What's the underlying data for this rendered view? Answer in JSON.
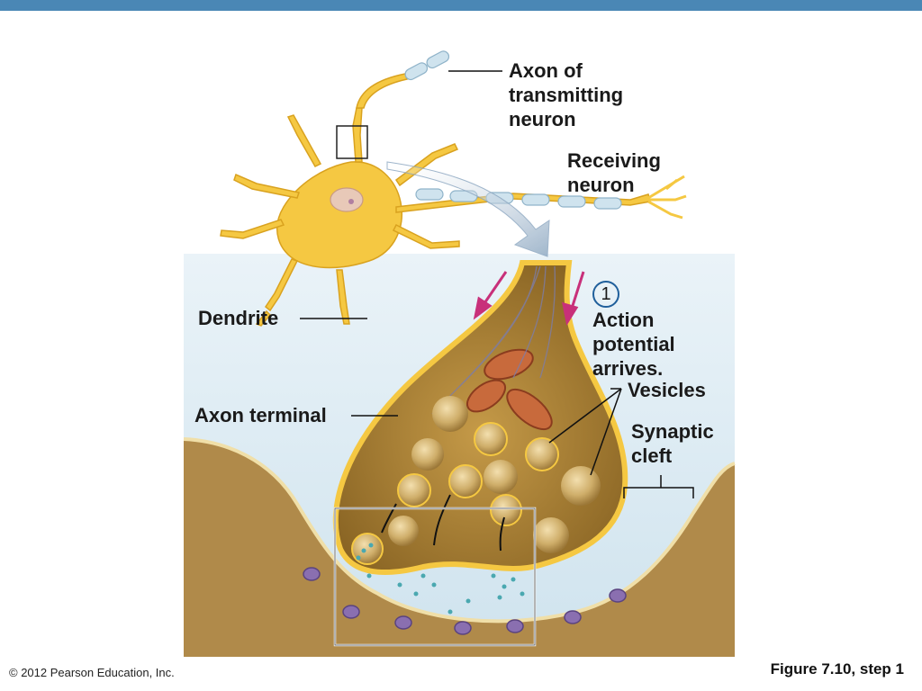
{
  "labels": {
    "axon_transmitting": [
      "Axon of",
      "transmitting",
      "neuron"
    ],
    "receiving_neuron": [
      "Receiving",
      "neuron"
    ],
    "step_number": "1",
    "action_potential": [
      "Action",
      "potential",
      "arrives."
    ],
    "dendrite": "Dendrite",
    "axon_terminal": "Axon terminal",
    "vesicles": "Vesicles",
    "synaptic_cleft": [
      "Synaptic",
      "cleft"
    ]
  },
  "footer": {
    "copyright": "© 2012 Pearson Education, Inc.",
    "figure_caption": "Figure 7.10, step 1"
  },
  "colors": {
    "header_bar": "#4a87b5",
    "neuron": "#f5c842",
    "terminal": "#a8812f",
    "cleft": "#dbeaf3",
    "tissue": "#b08a4a",
    "arrow_magenta": "#c8307a",
    "step_circle": "#1f5f9b"
  }
}
